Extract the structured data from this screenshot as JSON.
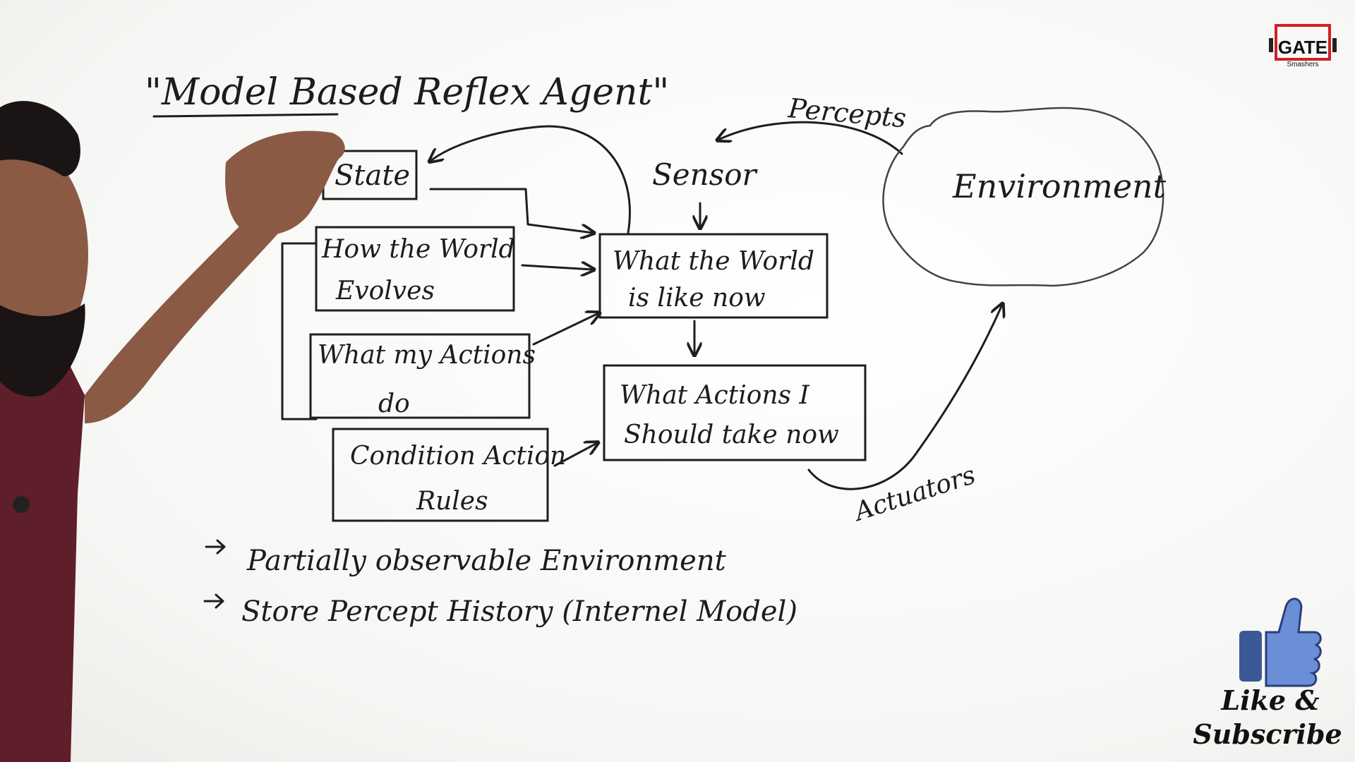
{
  "title": "\"Model Based Reflex Agent\"",
  "boxes": {
    "state": "State",
    "how_world_evolves_1": "How the World",
    "how_world_evolves_2": "Evolves",
    "what_actions_do_1": "What my Actions",
    "what_actions_do_2": "do",
    "condition_rules_1": "Condition Action",
    "condition_rules_2": "Rules",
    "world_now_1": "What the World",
    "world_now_2": "is like now",
    "actions_take_1": "What Actions I",
    "actions_take_2": "Should take now"
  },
  "labels": {
    "sensor": "Sensor",
    "percepts": "Percepts",
    "environment": "Environment",
    "actuators": "Actuators"
  },
  "notes": {
    "note1": "Partially observable Environment",
    "note2": "Store Percept History (Internel Model)"
  },
  "logo": {
    "text": "GATE",
    "subtext": "Smashers"
  },
  "like": {
    "line1": "Like &",
    "line2": "Subscribe"
  },
  "colors": {
    "ink": "#1e1e1e",
    "shirt": "#5e1f2a",
    "like_blue": "#3b5998",
    "logo_red": "#d21f26"
  }
}
